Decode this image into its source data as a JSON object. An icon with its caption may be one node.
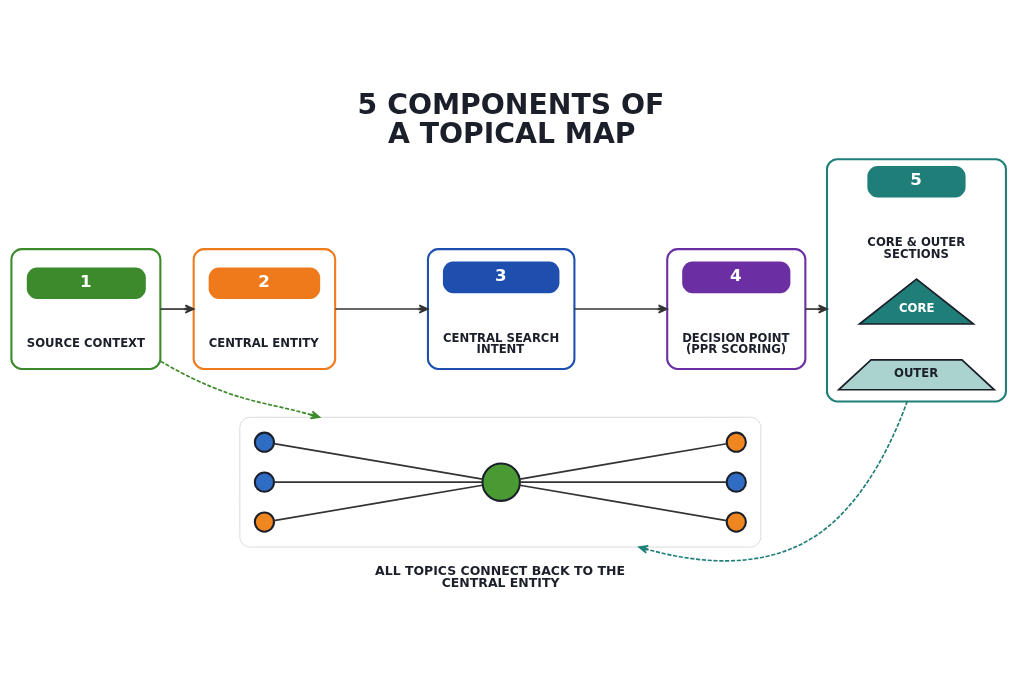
{
  "diagram": {
    "title": "5 COMPONENTS OF A TOPICAL MAP",
    "nodes": [
      {
        "text": [
          "1",
          "SOURCE CONTEXT"
        ]
      },
      {
        "text": [
          "2",
          "CENTRAL ENTITY"
        ]
      },
      {
        "text": [
          "3",
          "CENTRAL SEARCH INTENT"
        ]
      },
      {
        "text": [
          "4",
          "DECISION POINT (PPR SCORING)"
        ]
      },
      {
        "text": [
          "5",
          "CORE & OUTER SECTIONS"
        ]
      },
      {
        "text": [
          "CORE"
        ],
        "in": 4
      },
      {
        "text": [
          "OUTER"
        ],
        "in": 4
      },
      {
        "text": [],
        "shape": "box"
      },
      {
        "text": [],
        "shape": "circle",
        "in": 7
      },
      {
        "text": [],
        "shape": "circle",
        "in": 7
      },
      {
        "text": [],
        "shape": "circle",
        "in": 7
      },
      {
        "text": [],
        "shape": "circle",
        "in": 7
      },
      {
        "text": [],
        "shape": "circle",
        "in": 7
      },
      {
        "text": [],
        "shape": "circle",
        "in": 7
      },
      {
        "text": [],
        "shape": "circle",
        "in": 7
      }
    ],
    "edges": [
      {
        "from": 0,
        "to": 1,
        "arrow": "to"
      },
      {
        "from": 1,
        "to": 2,
        "arrow": "to"
      },
      {
        "from": 2,
        "to": 3,
        "arrow": "to"
      },
      {
        "from": 3,
        "to": 4,
        "arrow": "to"
      },
      {
        "from": 0,
        "to": 7,
        "arrow": "to",
        "style": "dashed",
        "color": "#3c8a2c"
      },
      {
        "from": 4,
        "to": 7,
        "arrow": "to",
        "style": "dashed",
        "color": "#1f7f78"
      },
      {
        "from": 8,
        "to": 11,
        "arrow": "none"
      },
      {
        "from": 11,
        "to": 9,
        "arrow": "none"
      },
      {
        "from": 10,
        "to": 11,
        "arrow": "none"
      },
      {
        "from": 11,
        "to": 12,
        "arrow": "none"
      },
      {
        "from": 13,
        "to": 11,
        "arrow": "none"
      },
      {
        "from": 11,
        "to": 14,
        "arrow": "none"
      }
    ],
    "labels": [
      "ALL TOPICS CONNECT BACK TO THE CENTRAL ENTITY"
    ]
  }
}
